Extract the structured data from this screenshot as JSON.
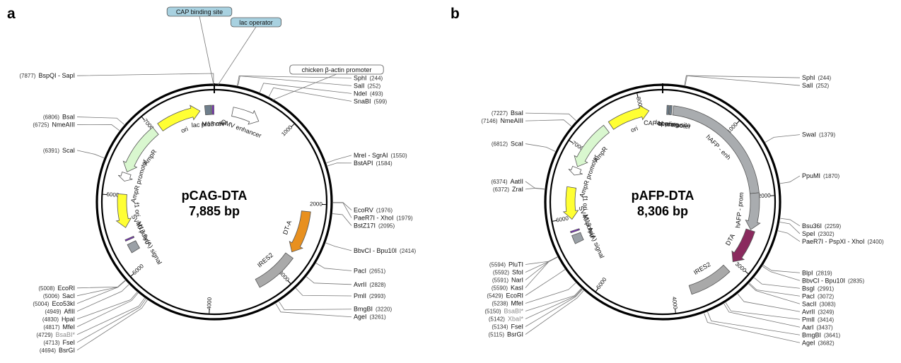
{
  "panels": [
    {
      "letter": "a",
      "name": "pCAG-DTA",
      "size_label": "7,885 bp",
      "length": 7885,
      "scale_ticks": [
        {
          "pos": 1000,
          "label": "1000"
        },
        {
          "pos": 2000,
          "label": "2000"
        },
        {
          "pos": 3000,
          "label": "3000"
        },
        {
          "pos": 4000,
          "label": "4000"
        },
        {
          "pos": 5000,
          "label": "5000"
        },
        {
          "pos": 6000,
          "label": "6000"
        },
        {
          "pos": 7000,
          "label": "7000"
        }
      ],
      "features": [
        {
          "name": "lac promoter",
          "start": 7760,
          "end": 7845,
          "kind": "box",
          "color": "#6f7f8c"
        },
        {
          "name": "M13 rev",
          "start": 7855,
          "end": 7880,
          "kind": "box",
          "color": "#7c2fc0"
        },
        {
          "name": "CMV enhancer",
          "start": 250,
          "end": 630,
          "kind": "arrow",
          "dir": 1,
          "color": "#ffffff"
        },
        {
          "name": "chicken β-actin promoter",
          "start": 630,
          "end": 900,
          "kind": "tag",
          "color": "#ffffff"
        },
        {
          "name": "DT-A",
          "start": 2100,
          "end": 2690,
          "kind": "arrow",
          "dir": 1,
          "color": "#e8901f"
        },
        {
          "name": "IRES2",
          "start": 2750,
          "end": 3330,
          "kind": "box",
          "color": "#a9a9a9"
        },
        {
          "name": "SV40 poly(A) signal",
          "start": 5220,
          "end": 5340,
          "kind": "box",
          "color": "#9aa0a6"
        },
        {
          "name": "M13 fwd",
          "start": 5390,
          "end": 5410,
          "kind": "box",
          "color": "#7c2fc0"
        },
        {
          "name": "f1 ori",
          "start": 5560,
          "end": 6020,
          "kind": "arrow",
          "dir": -1,
          "color": "#ffff33"
        },
        {
          "name": "AmpR promoter",
          "start": 6200,
          "end": 6310,
          "kind": "arrow",
          "dir": -1,
          "color": "#ffffff"
        },
        {
          "name": "AmpR",
          "start": 6330,
          "end": 7020,
          "kind": "arrow",
          "dir": -1,
          "color": "#d9f7cf"
        },
        {
          "name": "ori",
          "start": 7100,
          "end": 7690,
          "kind": "arrow",
          "dir": 1,
          "color": "#ffff33"
        }
      ],
      "tags": [
        {
          "name": "CAP binding site",
          "color": "#a8d1e0",
          "pos": 7878
        },
        {
          "name": "lac operator",
          "color": "#a8d1e0",
          "pos": 40
        },
        {
          "name": "chicken β-actin promoter",
          "color": "#ffffff",
          "pos": 650
        }
      ],
      "sites": [
        {
          "name": "BspQI - SapI",
          "pos_label": "(7877)",
          "pos": 7877
        },
        {
          "name": "SphI",
          "pos_label": "(244)",
          "pos": 244
        },
        {
          "name": "SalI",
          "pos_label": "(252)",
          "pos": 252
        },
        {
          "name": "NdeI",
          "pos_label": "(493)",
          "pos": 493
        },
        {
          "name": "SnaBI",
          "pos_label": "(599)",
          "pos": 599
        },
        {
          "name": "MreI - SgrAI",
          "pos_label": "(1550)",
          "pos": 1550
        },
        {
          "name": "BstAPI",
          "pos_label": "(1584)",
          "pos": 1584
        },
        {
          "name": "EcoRV",
          "pos_label": "(1976)",
          "pos": 1976
        },
        {
          "name": "PaeR7I - XhoI",
          "pos_label": "(1979)",
          "pos": 1979
        },
        {
          "name": "BstZ17I",
          "pos_label": "(2095)",
          "pos": 2095
        },
        {
          "name": "BbvCI - Bpu10I",
          "pos_label": "(2414)",
          "pos": 2414
        },
        {
          "name": "PacI",
          "pos_label": "(2651)",
          "pos": 2651
        },
        {
          "name": "AvrII",
          "pos_label": "(2828)",
          "pos": 2828
        },
        {
          "name": "PmlI",
          "pos_label": "(2993)",
          "pos": 2993
        },
        {
          "name": "BmgBI",
          "pos_label": "(3220)",
          "pos": 3220
        },
        {
          "name": "AgeI",
          "pos_label": "(3261)",
          "pos": 3261
        },
        {
          "name": "BsrGI",
          "pos_label": "(4694)",
          "pos": 4694
        },
        {
          "name": "FseI",
          "pos_label": "(4713)",
          "pos": 4713
        },
        {
          "name": "BsaBI*",
          "pos_label": "(4729)",
          "pos": 4729,
          "gray": true
        },
        {
          "name": "MfeI",
          "pos_label": "(4817)",
          "pos": 4817
        },
        {
          "name": "HpaI",
          "pos_label": "(4830)",
          "pos": 4830
        },
        {
          "name": "AflII",
          "pos_label": "(4949)",
          "pos": 4949
        },
        {
          "name": "Eco53kI",
          "pos_label": "(5004)",
          "pos": 5004
        },
        {
          "name": "SacI",
          "pos_label": "(5006)",
          "pos": 5006
        },
        {
          "name": "EcoRI",
          "pos_label": "(5008)",
          "pos": 5008
        },
        {
          "name": "ScaI",
          "pos_label": "(6391)",
          "pos": 6391
        },
        {
          "name": "NmeAIII",
          "pos_label": "(6725)",
          "pos": 6725
        },
        {
          "name": "BsaI",
          "pos_label": "(6806)",
          "pos": 6806
        }
      ]
    },
    {
      "letter": "b",
      "name": "pAFP-DTA",
      "size_label": "8,306 bp",
      "length": 8306,
      "scale_ticks": [
        {
          "pos": 1000,
          "label": "1000"
        },
        {
          "pos": 2000,
          "label": "2000"
        },
        {
          "pos": 3000,
          "label": "3000"
        },
        {
          "pos": 4000,
          "label": "4000"
        },
        {
          "pos": 5000,
          "label": "5000"
        },
        {
          "pos": 6000,
          "label": "6000"
        },
        {
          "pos": 7000,
          "label": "7000"
        },
        {
          "pos": 8000,
          "label": "8000"
        }
      ],
      "features": [
        {
          "name": "operator",
          "start": 100,
          "end": 130,
          "kind": "box",
          "color": "#6f7f8c"
        },
        {
          "name": "CAP binding site",
          "start": 60,
          "end": 90,
          "kind": "box",
          "color": "#6f7f8c"
        },
        {
          "name": "lac promoter",
          "start": 160,
          "end": 190,
          "kind": "box",
          "color": "#7c2fc0"
        },
        {
          "name": "hAFP - enh",
          "start": 150,
          "end": 1950,
          "kind": "box",
          "color": "#a9acaf"
        },
        {
          "name": "hAFP - prom",
          "start": 1950,
          "end": 2480,
          "kind": "arrow",
          "dir": 1,
          "color": "#a9acaf"
        },
        {
          "name": "DTA",
          "start": 2490,
          "end": 3010,
          "kind": "arrow",
          "dir": 1,
          "color": "#8a2a5e"
        },
        {
          "name": "IRES2",
          "start": 3140,
          "end": 3750,
          "kind": "box",
          "color": "#a9a9a9"
        },
        {
          "name": "SV40 poly(A) signal",
          "start": 5640,
          "end": 5760,
          "kind": "box",
          "color": "#9aa0a6"
        },
        {
          "name": "M13 fwd",
          "start": 5800,
          "end": 5820,
          "kind": "box",
          "color": "#7c2fc0"
        },
        {
          "name": "f1 ori",
          "start": 5980,
          "end": 6440,
          "kind": "arrow",
          "dir": -1,
          "color": "#ffff33"
        },
        {
          "name": "AmpR promoter",
          "start": 6620,
          "end": 6730,
          "kind": "arrow",
          "dir": -1,
          "color": "#ffffff"
        },
        {
          "name": "AmpR",
          "start": 6750,
          "end": 7440,
          "kind": "arrow",
          "dir": -1,
          "color": "#d9f7cf"
        },
        {
          "name": "ori",
          "start": 7520,
          "end": 8110,
          "kind": "arrow",
          "dir": 1,
          "color": "#ffff33"
        }
      ],
      "inner_labels": [
        {
          "name": "operator"
        },
        {
          "name": "CAP binding site"
        },
        {
          "name": "lac promoter"
        }
      ],
      "sites": [
        {
          "name": "SphI",
          "pos_label": "(244)",
          "pos": 244
        },
        {
          "name": "SalI",
          "pos_label": "(252)",
          "pos": 252
        },
        {
          "name": "SwaI",
          "pos_label": "(1379)",
          "pos": 1379
        },
        {
          "name": "PpuMI",
          "pos_label": "(1870)",
          "pos": 1870
        },
        {
          "name": "Bsu36I",
          "pos_label": "(2259)",
          "pos": 2259
        },
        {
          "name": "SpeI",
          "pos_label": "(2302)",
          "pos": 2302
        },
        {
          "name": "PaeR7I - PspXI - XhoI",
          "pos_label": "(2400)",
          "pos": 2400
        },
        {
          "name": "BlpI",
          "pos_label": "(2819)",
          "pos": 2819
        },
        {
          "name": "BbvCI - Bpu10I",
          "pos_label": "(2835)",
          "pos": 2835
        },
        {
          "name": "BsgI",
          "pos_label": "(2991)",
          "pos": 2991
        },
        {
          "name": "PacI",
          "pos_label": "(3072)",
          "pos": 3072
        },
        {
          "name": "SacII",
          "pos_label": "(3083)",
          "pos": 3083
        },
        {
          "name": "AvrII",
          "pos_label": "(3249)",
          "pos": 3249
        },
        {
          "name": "PmlI",
          "pos_label": "(3414)",
          "pos": 3414
        },
        {
          "name": "AarI",
          "pos_label": "(3437)",
          "pos": 3437
        },
        {
          "name": "BmgBI",
          "pos_label": "(3641)",
          "pos": 3641
        },
        {
          "name": "AgeI",
          "pos_label": "(3682)",
          "pos": 3682
        },
        {
          "name": "BsrGI",
          "pos_label": "(5115)",
          "pos": 5115
        },
        {
          "name": "FseI",
          "pos_label": "(5134)",
          "pos": 5134
        },
        {
          "name": "XbaI*",
          "pos_label": "(5142)",
          "pos": 5142,
          "gray": true
        },
        {
          "name": "BsaBI*",
          "pos_label": "(5150)",
          "pos": 5150,
          "gray": true
        },
        {
          "name": "MfeI",
          "pos_label": "(5238)",
          "pos": 5238
        },
        {
          "name": "EcoRI",
          "pos_label": "(5429)",
          "pos": 5429
        },
        {
          "name": "KasI",
          "pos_label": "(5590)",
          "pos": 5590
        },
        {
          "name": "NarI",
          "pos_label": "(5591)",
          "pos": 5591
        },
        {
          "name": "SfoI",
          "pos_label": "(5592)",
          "pos": 5592
        },
        {
          "name": "PluTI",
          "pos_label": "(5594)",
          "pos": 5594
        },
        {
          "name": "ZraI",
          "pos_label": "(6372)",
          "pos": 6372
        },
        {
          "name": "AatII",
          "pos_label": "(6374)",
          "pos": 6374
        },
        {
          "name": "ScaI",
          "pos_label": "(6812)",
          "pos": 6812
        },
        {
          "name": "NmeAIII",
          "pos_label": "(7146)",
          "pos": 7146
        },
        {
          "name": "BsaI",
          "pos_label": "(7227)",
          "pos": 7227
        }
      ]
    }
  ]
}
